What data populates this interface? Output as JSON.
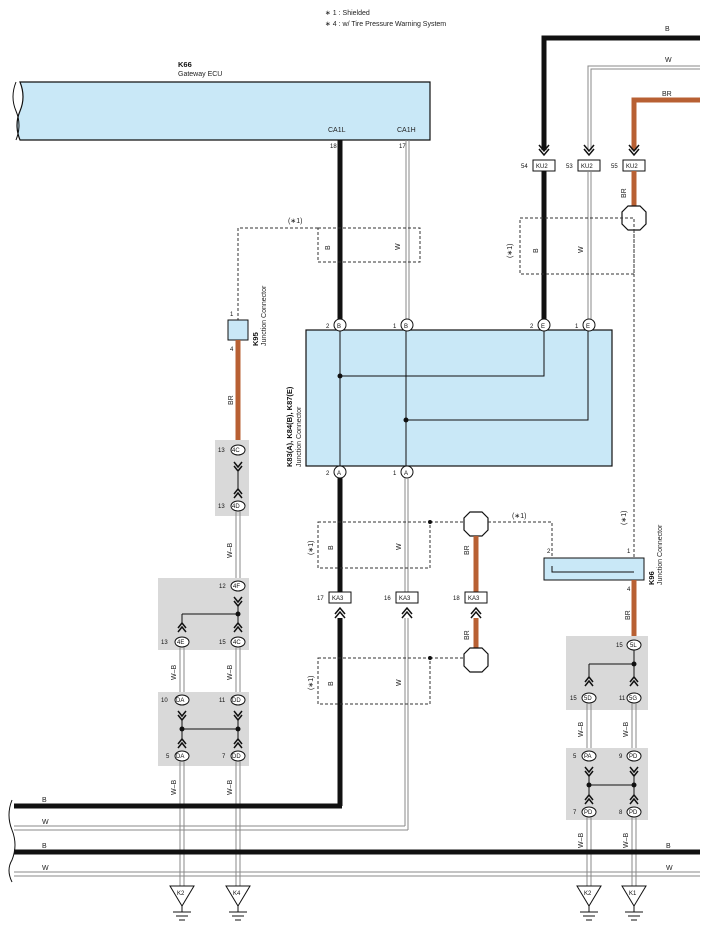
{
  "notes": [
    "∗ 1 : Shielded",
    "∗ 4 : w/ Tire Pressure Warning System"
  ],
  "ecu": {
    "code": "K66",
    "name": "Gateway ECU",
    "can_low": "CA1L",
    "can_high": "CA1H",
    "pin_low": "18",
    "pin_high": "17"
  },
  "junction_main": {
    "codes": "K83(A), K84(B), K87(E)",
    "name": "Junction Connector",
    "pin_b2": "2",
    "pin_b1": "1",
    "pin_e2": "2",
    "pin_e1": "1",
    "pin_a2": "2",
    "pin_a1": "1",
    "cav_b": "B",
    "cav_e": "E",
    "cav_a": "A"
  },
  "k95": {
    "code": "K95",
    "name": "Junction Connector",
    "pin_top": "1",
    "pin_bottom": "4"
  },
  "k96": {
    "code": "K96",
    "name": "Junction Connector",
    "pin_left": "2",
    "pin_right": "1",
    "pin_bottom": "4"
  },
  "connectors": {
    "ku2": "KU2",
    "ka3": "KA3",
    "ku2_pins": [
      "54",
      "53",
      "55"
    ],
    "ka3_pins": [
      "17",
      "16",
      "18"
    ]
  },
  "shield": "(∗1)",
  "wires": {
    "b": "B",
    "w": "W",
    "br": "BR",
    "wb": "W–B"
  },
  "left_splices": {
    "s1": {
      "pin_top": "13",
      "id_top": "4C",
      "pin_bottom": "13",
      "id_bottom": "4D"
    },
    "s2": {
      "pin_top": "12",
      "id_top": "4F",
      "pin_l": "13",
      "id_l": "4E",
      "pin_r": "15",
      "id_r": "4C"
    },
    "s3": {
      "pin_l": "10",
      "id_l": "DA",
      "pin_r": "11",
      "id_r": "DD"
    },
    "s4": {
      "pin_l": "5",
      "id_l": "DA",
      "pin_r": "7",
      "id_r": "DD"
    }
  },
  "right_splices": {
    "s1": {
      "pin_top": "15",
      "id_top": "5L",
      "pin_l": "15",
      "id_l": "5D",
      "pin_r": "11",
      "id_r": "5G"
    },
    "s2": {
      "pin_l": "5",
      "id_l": "PA",
      "pin_r": "9",
      "id_r": "PD",
      "pin_bl": "7",
      "id_bl": "PD",
      "pin_br": "8",
      "id_br": "PD"
    }
  },
  "grounds": [
    "K2",
    "K4",
    "K2",
    "K1"
  ]
}
